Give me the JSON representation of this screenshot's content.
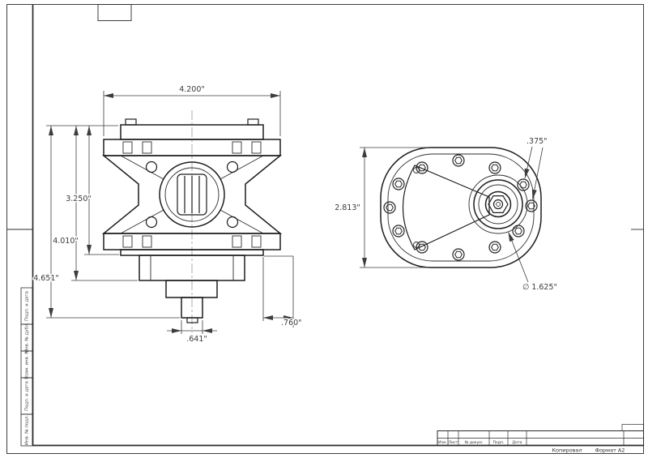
{
  "sheet": {
    "format_label": "Формат А2",
    "copied_label": "Копировал",
    "left_stamps": [
      "Подп. и дата",
      "Инв. № дубл.",
      "Взам. инв. №",
      "Подп. и дата",
      "Инв. № подл."
    ],
    "title_block_headers": [
      "Изм.",
      "Лист",
      "№ докум.",
      "Подп.",
      "Дата"
    ]
  },
  "views": {
    "front": {
      "dims": {
        "overall_width": "4.200\"",
        "body_height": "3.250\"",
        "height_to_flange": "4.010\"",
        "overall_height": "4.651\"",
        "shaft_dim": ".641\"",
        "offset_dim": ".760\""
      }
    },
    "end": {
      "dims": {
        "body_height": "2.813\"",
        "bolt_dia": ".375\"",
        "boss_dia": "∅ 1.625\""
      }
    }
  }
}
